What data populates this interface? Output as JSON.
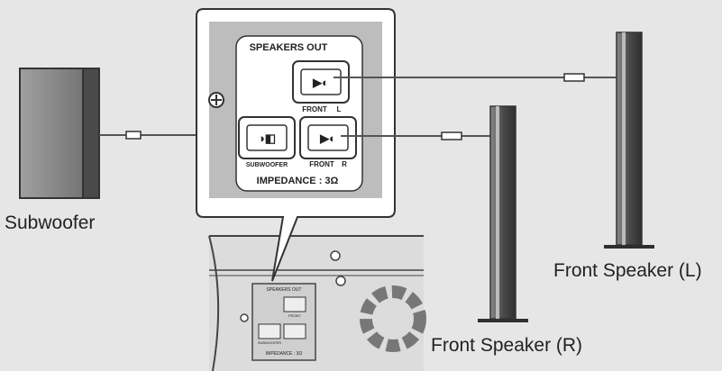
{
  "labels": {
    "subwoofer": "Subwoofer",
    "front_speaker_left": "Front Speaker (L)",
    "front_speaker_right": "Front Speaker (R)"
  },
  "panel": {
    "title": "SPEAKERS OUT",
    "front_l": "FRONT",
    "front_l_ch": "L",
    "front_r": "FRONT",
    "front_r_ch": "R",
    "subwoofer": "SUBWOOFER",
    "impedance": "IMPEDANCE : 3Ω"
  },
  "mini_panel": {
    "title": "SPEAKERS OUT",
    "front": "FRONT",
    "subwoofer": "SUBWOOFER",
    "impedance": "IMPEDANCE : 3Ω"
  },
  "colors": {
    "background": "#e6e6e6",
    "speaker_dark": "#5a5a5a",
    "panel_grey": "#bdbdbd",
    "cable": "#555555"
  }
}
